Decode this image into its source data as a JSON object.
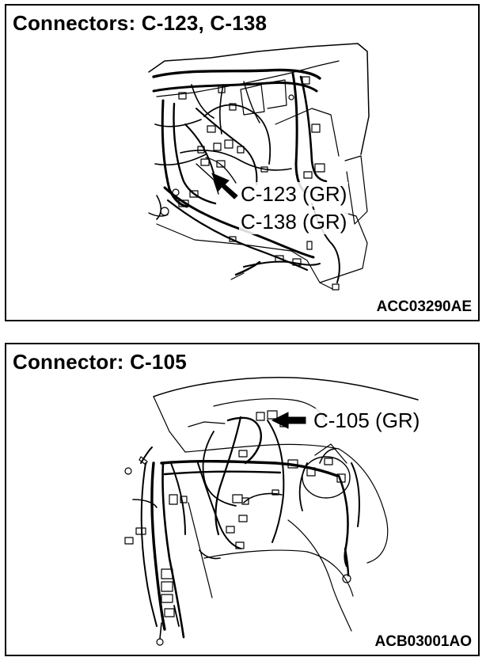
{
  "panels": [
    {
      "title": "Connectors: C-123, C-138",
      "code": "ACC03290AE",
      "callouts": [
        "C-123 (GR)",
        "C-138 (GR)"
      ]
    },
    {
      "title": "Connector: C-105",
      "code": "ACB03001AO",
      "callouts": [
        "C-105 (GR)"
      ]
    }
  ],
  "colors": {
    "line": "#000000",
    "background": "#ffffff",
    "border": "#000000"
  }
}
